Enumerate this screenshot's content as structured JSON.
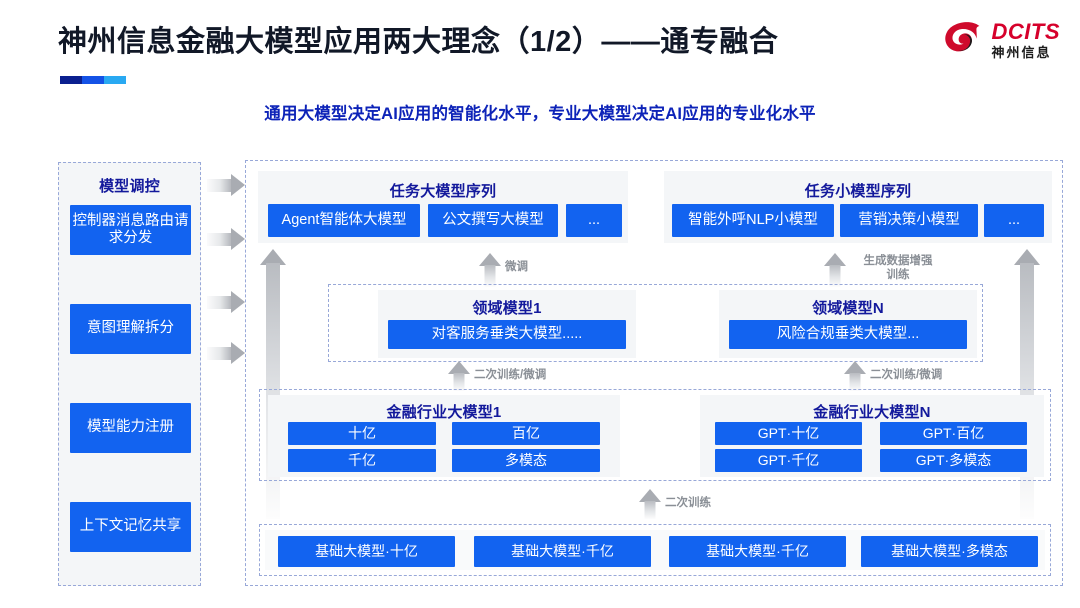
{
  "header": {
    "title": "神州信息金融大模型应用两大理念（1/2）——通专融合",
    "subtitle": "通用大模型决定AI应用的智能化水平，专业大模型决定AI应用的专业化水平",
    "logo_en": "DCITS",
    "logo_cn": "神州信息"
  },
  "control_panel": {
    "title": "模型调控",
    "items": [
      {
        "label": "控制器消息路由请求分发"
      },
      {
        "label": "意图理解拆分"
      },
      {
        "label": "模型能力注册"
      },
      {
        "label": "上下文记忆共享"
      }
    ]
  },
  "task_tier": {
    "left": {
      "title": "任务大模型序列",
      "boxes": [
        "Agent智能体大模型",
        "公文撰写大模型",
        "..."
      ]
    },
    "right": {
      "title": "任务小模型序列",
      "boxes": [
        "智能外呼NLP小模型",
        "营销决策小模型",
        "..."
      ]
    }
  },
  "domain_tier": {
    "left": {
      "title": "领域模型1",
      "box": "对客服务垂类大模型....."
    },
    "right": {
      "title": "领域模型N",
      "box": "风险合规垂类大模型..."
    }
  },
  "industry_tier": {
    "left": {
      "title": "金融行业大模型1",
      "boxes": [
        "十亿",
        "百亿",
        "千亿",
        "多模态"
      ]
    },
    "right": {
      "title": "金融行业大模型N",
      "boxes": [
        "GPT·十亿",
        "GPT·百亿",
        "GPT·千亿",
        "GPT·多模态"
      ]
    }
  },
  "base_tier": {
    "boxes": [
      "基础大模型·十亿",
      "基础大模型·千亿",
      "基础大模型·千亿",
      "基础大模型·多模态"
    ]
  },
  "arrow_labels": {
    "fine_tune": "微调",
    "data_aug": "生成数据增强\n训练",
    "retrain_ft_left": "二次训练/微调",
    "retrain_ft_right": "二次训练/微调",
    "retrain": "二次训练"
  },
  "colors": {
    "blue_box": "#1263f0",
    "title_blue": "#13199c",
    "subtitle_blue": "#0d23b8",
    "logo_red": "#d6002b",
    "panel_gray": "#f4f6f8",
    "dashed_border": "#98a8d8",
    "arrow_gray": "#a9acb2"
  }
}
